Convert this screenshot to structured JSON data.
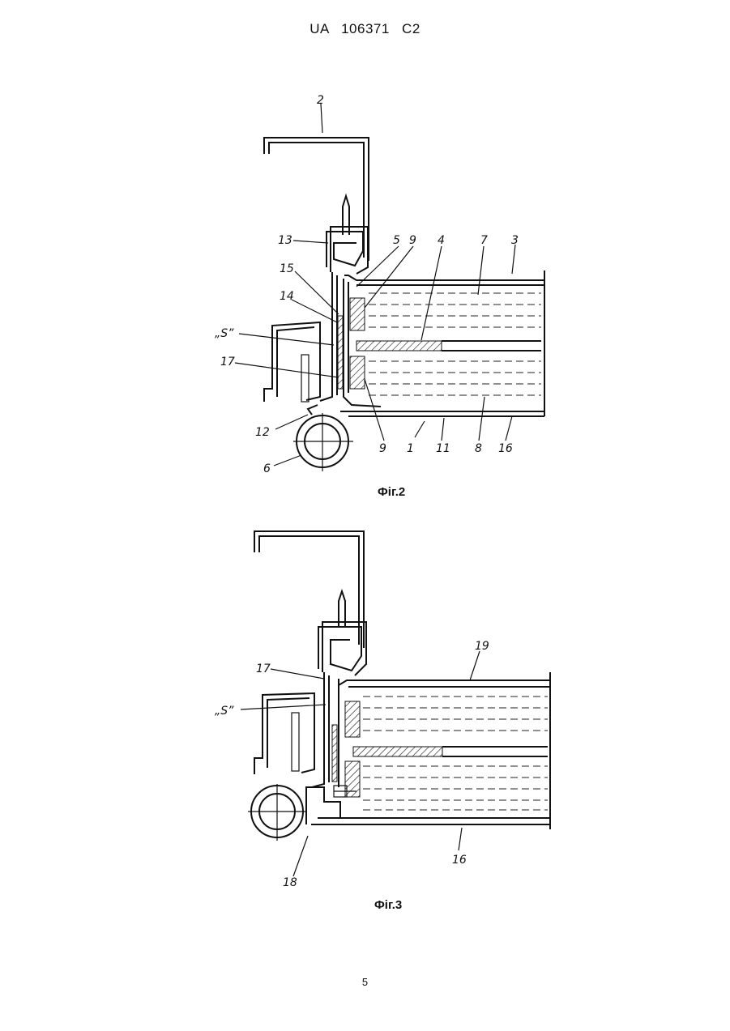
{
  "header": {
    "text": "UA   106371   C2"
  },
  "page_number": "5",
  "figures": [
    {
      "caption": "Фіг.2",
      "labels": [
        "2",
        "13",
        "5",
        "9",
        "4",
        "7",
        "3",
        "15",
        "14",
        "„S”",
        "17",
        "12",
        "6",
        "9",
        "1",
        "11",
        "8",
        "16"
      ]
    },
    {
      "caption": "Фіг.3",
      "labels": [
        "19",
        "17",
        "„S”",
        "18",
        "16"
      ]
    }
  ]
}
